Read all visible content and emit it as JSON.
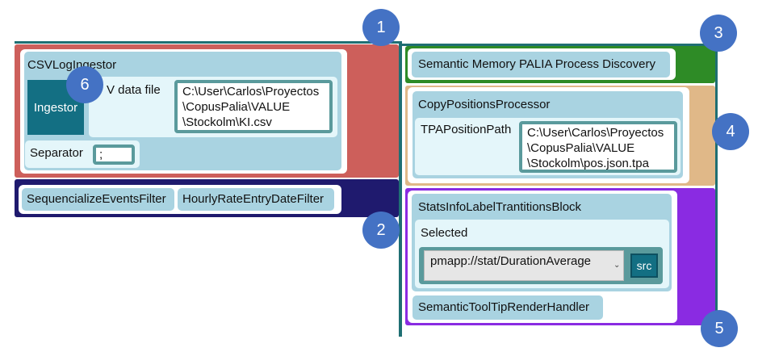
{
  "markers": [
    "1",
    "2",
    "3",
    "4",
    "5",
    "6"
  ],
  "left": {
    "ingestor_block": {
      "title": "CSVLogIngestor",
      "ingestor_button": "Ingestor",
      "csv_label": "V data file",
      "csv_path_lines": [
        "C:\\User\\Carlos\\Proyectos",
        "\\CopusPalia\\VALUE",
        "\\Stockolm\\KI.csv"
      ],
      "separator_label": "Separator",
      "separator_value": ";"
    },
    "filters": [
      "SequencializeEventsFilter",
      "HourlyRateEntryDateFilter"
    ]
  },
  "right": {
    "discovery_title": "Semantic Memory PALIA Process Discovery",
    "processor": {
      "title": "CopyPositionsProcessor",
      "path_label": "TPAPositionPath",
      "path_lines": [
        "C:\\User\\Carlos\\Proyectos",
        "\\CopusPalia\\VALUE",
        "\\Stockolm\\pos.json.tpa"
      ]
    },
    "stats": {
      "title": "StatsInfoLabelTrantitionsBlock",
      "selected_label": "Selected",
      "selected_value": "pmapp://stat/DurationAverage",
      "src_button": "src",
      "handler": "SemanticToolTipRenderHandler"
    }
  },
  "colors": {
    "section1": "#cd5f5b",
    "section2": "#1f1a6e",
    "section3": "#2e8b26",
    "section4": "#e0b888",
    "section5": "#8a2be2",
    "marker": "#4472c4",
    "button": "#136f83"
  }
}
